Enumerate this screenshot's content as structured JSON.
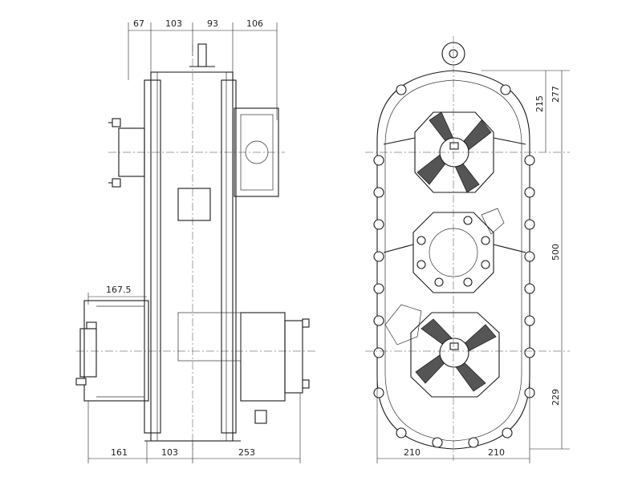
{
  "dimensions": {
    "top": [
      "67",
      "103",
      "93",
      "106"
    ],
    "bottom_left": [
      "161",
      "103",
      "253"
    ],
    "bottom_right": [
      "210",
      "210"
    ],
    "right_top": [
      "215",
      "277"
    ],
    "right_middle": "500",
    "right_bottom": "229",
    "left_overhang": "167.5"
  }
}
